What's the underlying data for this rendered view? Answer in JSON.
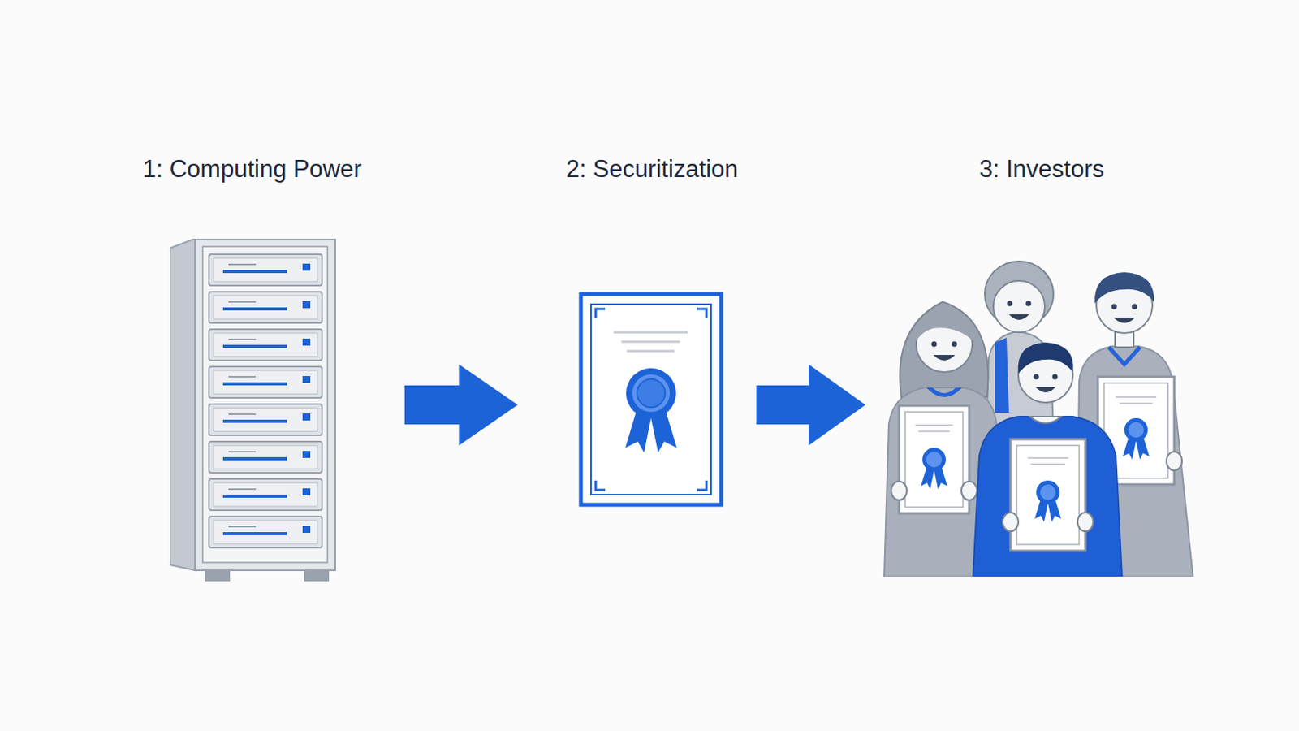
{
  "diagram": {
    "nodes": [
      {
        "text": [
          "1: Computing Power"
        ]
      },
      {
        "text": [
          "2: Securitization"
        ]
      },
      {
        "text": [
          "3: Investors"
        ]
      }
    ],
    "edges": [
      {
        "from": 0,
        "to": 1,
        "arrow": "to"
      },
      {
        "from": 1,
        "to": 2,
        "arrow": "to"
      }
    ]
  }
}
